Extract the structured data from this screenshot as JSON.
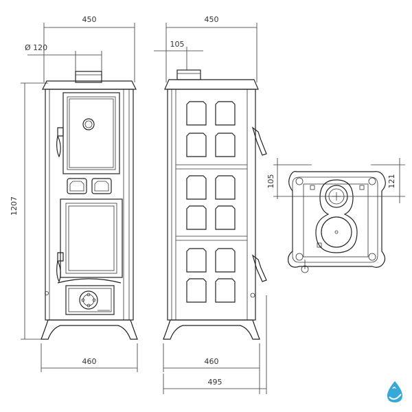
{
  "dimensions": {
    "front_width_top": "450",
    "flue_diameter": "Ø 120",
    "height": "1207",
    "front_width_bottom": "460",
    "side_depth_top": "450",
    "side_flue_offset": "105",
    "side_depth_bottom": "460",
    "side_depth_total": "495",
    "top_view_offset_left": "105",
    "top_view_offset_right": "121"
  },
  "colors": {
    "line": "#222222",
    "text": "#333333",
    "logo_blue": "#38a8d8"
  },
  "icons": {
    "logo": "water-drop-logo"
  }
}
